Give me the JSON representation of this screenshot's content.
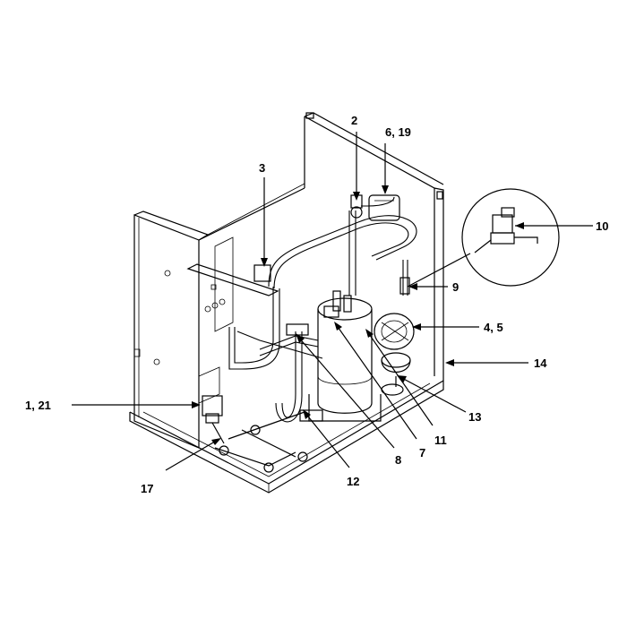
{
  "callouts": {
    "c2": "2",
    "c6_19": "6, 19",
    "c3": "3",
    "c10": "10",
    "c9": "9",
    "c4_5": "4, 5",
    "c14": "14",
    "c1_21": "1, 21",
    "c13": "13",
    "c11": "11",
    "c7": "7",
    "c8": "8",
    "c12": "12",
    "c17": "17"
  }
}
